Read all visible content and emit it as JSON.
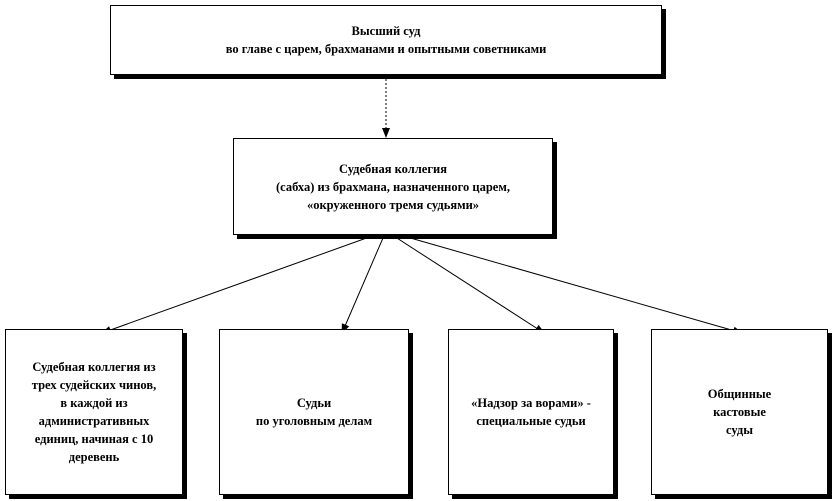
{
  "diagram": {
    "top": {
      "lines": [
        "Высший суд",
        "во главе с царем, брахманами и опытными советниками"
      ]
    },
    "middle": {
      "lines": [
        "Судебная коллегия",
        "(сабха) из брахмана, назначенного царем,",
        "«окруженного  тремя судьями»"
      ]
    },
    "bottom": [
      {
        "lines": [
          "Судебная коллегия из",
          "трех судейских чинов,",
          "в каждой из",
          "административных",
          "единиц, начиная с 10",
          "деревень"
        ]
      },
      {
        "lines": [
          "Судьи",
          "по уголовным делам"
        ]
      },
      {
        "lines": [
          "«Надзор  за ворами» -",
          "специальные судьи"
        ]
      },
      {
        "lines": [
          "Общинные",
          "кастовые",
          "суды"
        ]
      }
    ]
  }
}
